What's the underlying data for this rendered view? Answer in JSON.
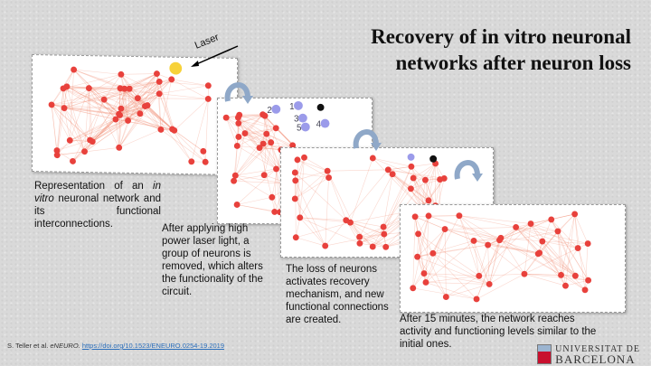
{
  "title": "Recovery of in vitro neuronal networks after neuron loss",
  "laser_label": "Laser",
  "removed_neuron_labels": [
    "1",
    "2",
    "3",
    "4",
    "5"
  ],
  "captions": {
    "c1_pre": "Representation of an ",
    "c1_em": "in vitro",
    "c1_post": " neuronal network and its functional interconnections.",
    "c2": "After applying high power laser light, a group of neurons is removed, which alters the functionality of the circuit.",
    "c3": "The loss of neurons activates recovery mechanism, and new functional connections are created.",
    "c4": "After 15 minutes, the network reaches activity and functioning levels similar to the initial ones."
  },
  "reference": {
    "authors": "S. Teller et al. ",
    "journal": "eNEURO.",
    "link": "https://doi.org/10.1523/ENEURO.0254-19.2019"
  },
  "logo": {
    "line1": "UNIVERSITAT DE",
    "line2": "BARCELONA"
  },
  "colors": {
    "node": "#e8413c",
    "edge": "#f28a70",
    "removed": "#9b9bea",
    "arrow": "#8fa8c8"
  }
}
